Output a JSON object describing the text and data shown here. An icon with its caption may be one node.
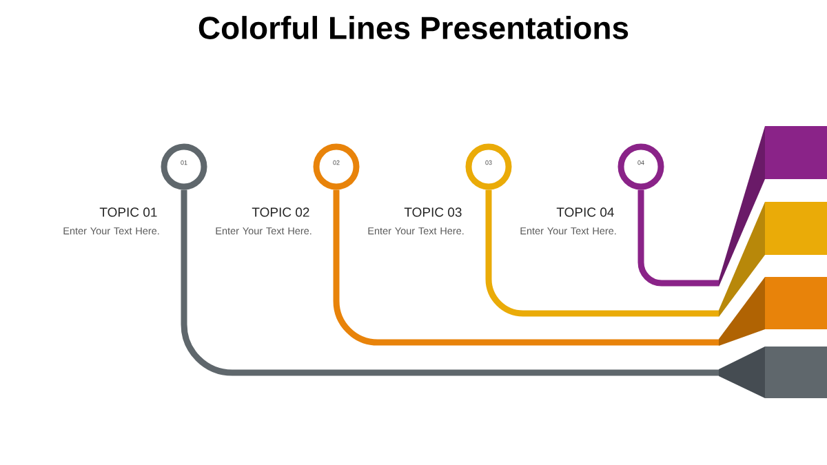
{
  "diagram": {
    "title": "Colorful Lines Presentations",
    "nodes": [
      {
        "text": [
          "01"
        ],
        "beside": [
          "TOPIC 01",
          "Enter Your Text Here."
        ]
      },
      {
        "text": [
          "02"
        ],
        "beside": [
          "TOPIC 02",
          "Enter Your Text Here."
        ]
      },
      {
        "text": [
          "03"
        ],
        "beside": [
          "TOPIC 03",
          "Enter Your Text Here."
        ]
      },
      {
        "text": [
          "04"
        ],
        "beside": [
          "TOPIC 04",
          "Enter Your Text Here."
        ]
      },
      {
        "text": [],
        "shape": "bar"
      },
      {
        "text": [],
        "shape": "bar"
      },
      {
        "text": [],
        "shape": "bar"
      },
      {
        "text": [],
        "shape": "bar"
      }
    ],
    "edges": [
      {
        "from": 0,
        "to": 7,
        "arrow": "none",
        "color": "#5f676c"
      },
      {
        "from": 1,
        "to": 6,
        "arrow": "none",
        "color": "#e8830a"
      },
      {
        "from": 2,
        "to": 5,
        "arrow": "none",
        "color": "#eaab08"
      },
      {
        "from": 3,
        "to": 4,
        "arrow": "none",
        "color": "#8a2388"
      }
    ]
  }
}
